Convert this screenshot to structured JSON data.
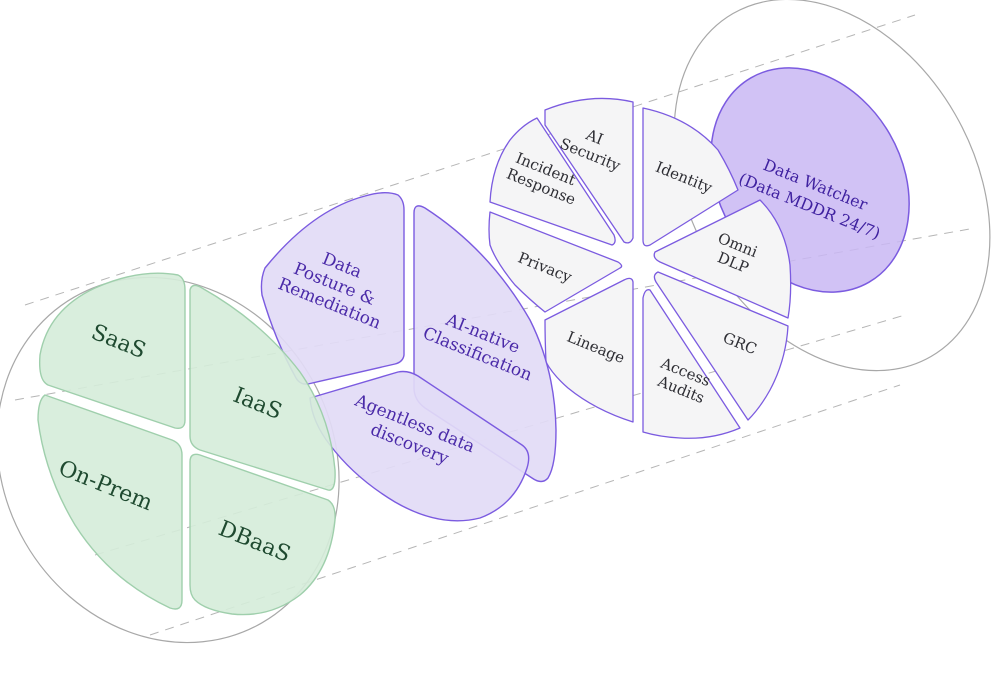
{
  "layers": {
    "infrastructure": {
      "segments": [
        {
          "label": "SaaS"
        },
        {
          "label": "IaaS"
        },
        {
          "label": "On-Prem"
        },
        {
          "label": "DBaaS"
        }
      ]
    },
    "platform": {
      "segments": [
        {
          "lines": [
            "Data",
            "Posture &",
            "Remediation"
          ]
        },
        {
          "lines": [
            "AI-native",
            "Classification"
          ]
        },
        {
          "lines": [
            "Agentless data",
            "discovery"
          ]
        }
      ]
    },
    "use_cases": {
      "segments": [
        {
          "lines": [
            "AI",
            "Security"
          ]
        },
        {
          "lines": [
            "Identity"
          ]
        },
        {
          "lines": [
            "Omni",
            "DLP"
          ]
        },
        {
          "lines": [
            "GRC"
          ]
        },
        {
          "lines": [
            "Access",
            "Audits"
          ]
        },
        {
          "lines": [
            "Lineage"
          ]
        },
        {
          "lines": [
            "Privacy"
          ]
        },
        {
          "lines": [
            "Incident",
            "Response"
          ]
        }
      ]
    },
    "watcher": {
      "lines": [
        "Data Watcher",
        "(Data MDDR 24/7)"
      ]
    }
  },
  "colors": {
    "green_fill": "#d5ecd9",
    "green_stroke": "#9fcfac",
    "green_text": "#1f4a30",
    "purple_fill": "#e2dbf6",
    "purple_stroke": "#7b5be0",
    "purple_text": "#4a2aa8",
    "white_fill": "#f5f5f6",
    "watcher_fill": "#c9b7f3",
    "ring_stroke": "#a8a8a8",
    "guide_stroke": "#b5b5b5"
  }
}
